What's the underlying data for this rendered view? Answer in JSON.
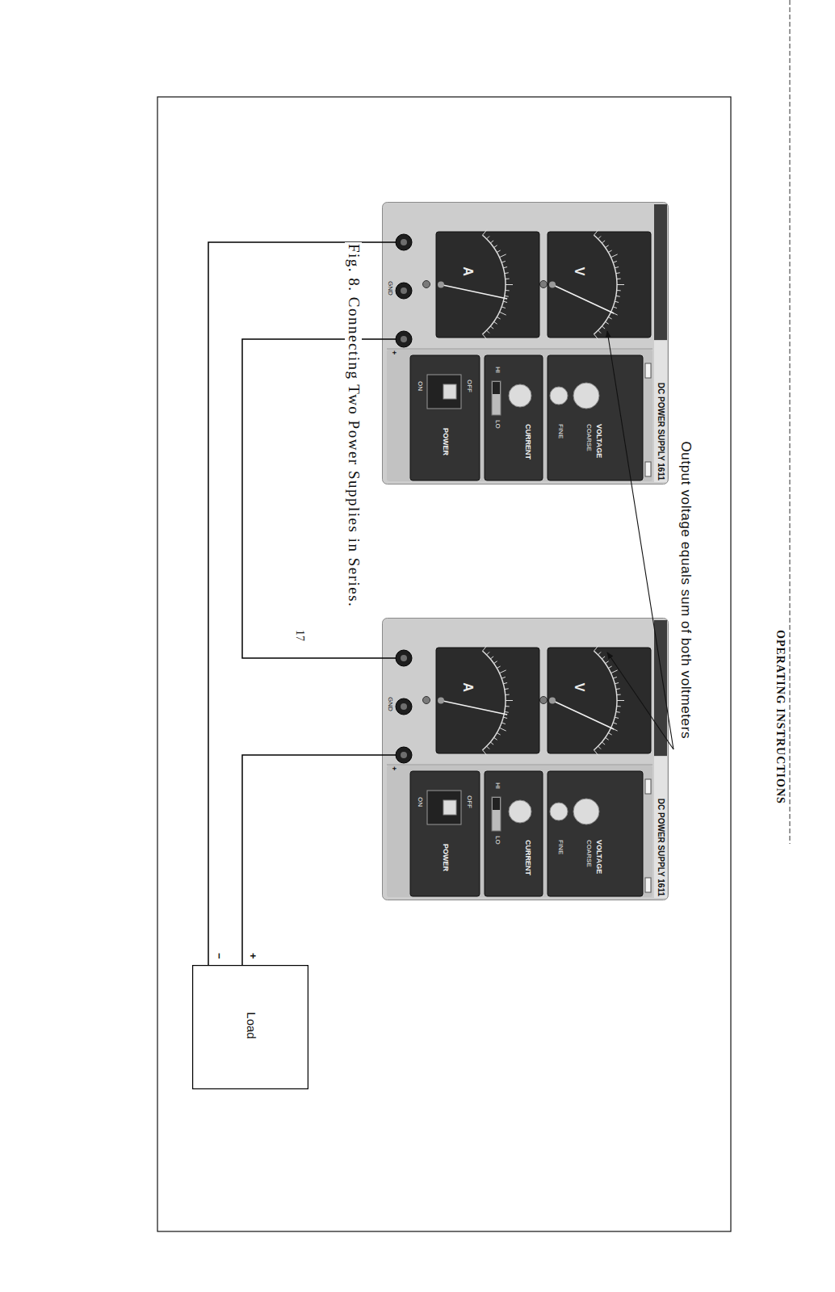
{
  "diagram": {
    "caption": "Fig. 8. Connecting Two Power Supplies in Series.",
    "nodes": [
      {
        "text": [
          "DC POWER SUPPLY 1611",
          "GND",
          "+"
        ]
      },
      {
        "text": [
          "V"
        ],
        "in": 0
      },
      {
        "text": [
          "A"
        ],
        "in": 0
      },
      {
        "text": [
          "VOLTAGE",
          "COARSE",
          "FINE"
        ],
        "in": 0
      },
      {
        "text": [
          "CURRENT",
          "HI",
          "LO"
        ],
        "in": 0
      },
      {
        "text": [
          "POWER",
          "OFF",
          "ON"
        ],
        "in": 0
      },
      {
        "text": [
          "DC POWER SUPPLY 1611",
          "GND",
          "+"
        ]
      },
      {
        "text": [
          "V"
        ],
        "in": 6
      },
      {
        "text": [
          "A"
        ],
        "in": 6
      },
      {
        "text": [
          "VOLTAGE",
          "COARSE",
          "FINE"
        ],
        "in": 6
      },
      {
        "text": [
          "CURRENT",
          "HI",
          "LO"
        ],
        "in": 6
      },
      {
        "text": [
          "POWER",
          "OFF",
          "ON"
        ],
        "in": 6
      },
      {
        "text": [
          "Load"
        ]
      }
    ],
    "edges": [
      {
        "from": 0,
        "to": 12,
        "arrow": "none"
      },
      {
        "from": 0,
        "to": 6,
        "arrow": "none"
      },
      {
        "from": 6,
        "to": 12,
        "arrow": "none"
      }
    ],
    "labels": [
      "OPERATING INSTRUCTIONS",
      "Output voltage equals sum of both voltmeters",
      "+",
      "−",
      "17"
    ]
  }
}
